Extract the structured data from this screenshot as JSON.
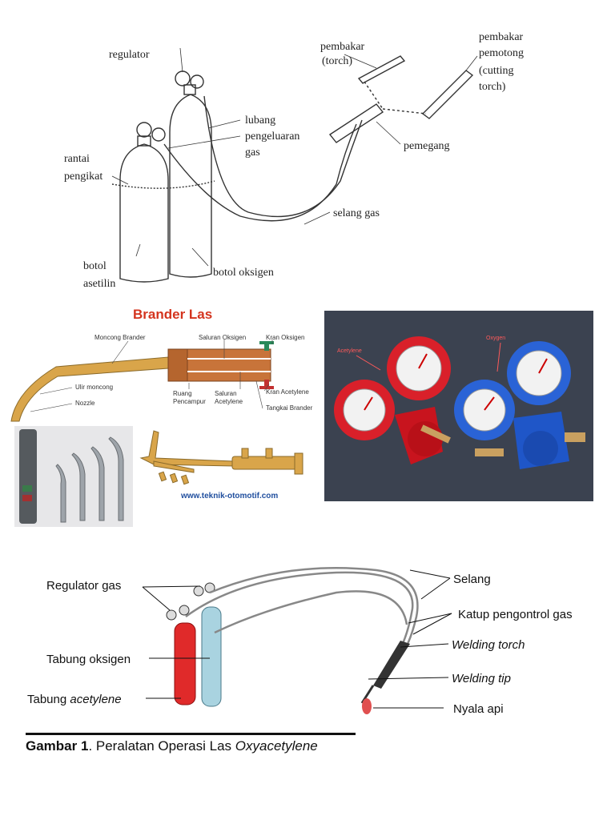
{
  "figure_top": {
    "labels": {
      "regulator": "regulator",
      "pembakar": "pembakar",
      "torch": "(torch)",
      "pembakar_pemotong_1": "pembakar",
      "pembakar_pemotong_2": "pemotong",
      "cutting_1": "(cutting",
      "cutting_2": "torch)",
      "lubang_1": "lubang",
      "lubang_2": "pengeluaran",
      "lubang_3": "gas",
      "rantai_1": "rantai",
      "rantai_2": "pengikat",
      "pemegang": "pemegang",
      "selang_gas": "selang gas",
      "botol_asetilin_1": "botol",
      "botol_asetilin_2": "asetilin",
      "botol_oksigen": "botol oksigen"
    }
  },
  "figure_brander": {
    "title": "Brander Las",
    "labels": {
      "moncong_brander": "Moncong Brander",
      "saluran_oksigen": "Saluran Oksigen",
      "kran_oksigen": "Kran Oksigen",
      "ulir_moncong": "Ulir moncong",
      "nozzle": "Nozzle",
      "ruang_1": "Ruang",
      "ruang_2": "Pencampur",
      "saluran_ac_1": "Saluran",
      "saluran_ac_2": "Acetylene",
      "kran_acetylene": "Kran Acetylene",
      "tangkai": "Tangkai Brander"
    },
    "website": "www.teknik-otomotif.com",
    "colors": {
      "title": "#d4341e",
      "brass": "#d9a54a",
      "copper": "#c8743a",
      "link": "#1f4e9e"
    }
  },
  "figure_gauges": {
    "acetylene_label": "Acetylene",
    "oxygen_label": "Oxygen",
    "colors": {
      "bg": "#3b4250",
      "red": "#d9202a",
      "blue": "#2a63d6"
    }
  },
  "figure_bottom": {
    "labels": {
      "regulator_gas": "Regulator gas",
      "tabung_oksigen": "Tabung oksigen",
      "tabung_acetylene_pre": "Tabung ",
      "tabung_acetylene_it": "acetylene",
      "selang": "Selang",
      "katup": "Katup pengontrol gas",
      "welding_torch": "Welding torch",
      "welding_tip": "Welding tip",
      "nyala_api": "Nyala api"
    },
    "colors": {
      "red_tank": "#e02a2a",
      "blue_tank": "#a9d3e0"
    }
  },
  "caption": {
    "number": "Gambar 1",
    "text": ". Peralatan Operasi Las ",
    "italic": "Oxyacetylene"
  }
}
